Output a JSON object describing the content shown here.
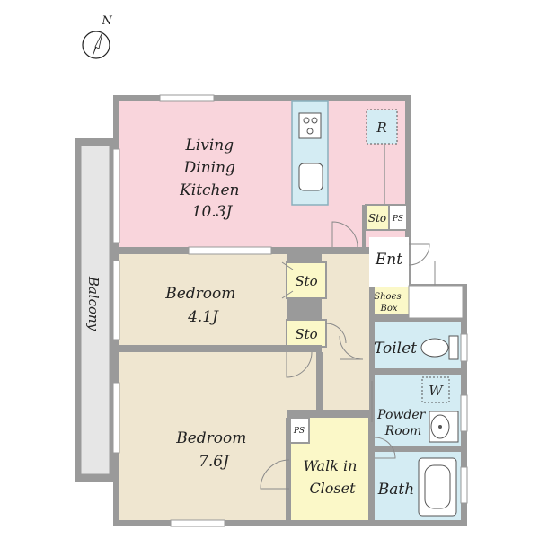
{
  "compass": {
    "north_label": "N"
  },
  "rooms": {
    "living": {
      "lines": [
        "Living",
        "Dining",
        "Kitchen",
        "10.3J"
      ]
    },
    "bedroom_small": {
      "lines": [
        "Bedroom",
        "4.1J"
      ]
    },
    "bedroom_large": {
      "lines": [
        "Bedroom",
        "7.6J"
      ]
    },
    "walk_in_closet": {
      "lines": [
        "Walk in",
        "Closet"
      ]
    },
    "powder_room": {
      "lines": [
        "Powder",
        "Room"
      ]
    }
  },
  "labels": {
    "balcony": "Balcony",
    "refrigerator": "R",
    "storage_kitchen": "Sto",
    "pipe_space_kitchen": "PS",
    "entrance": "Ent",
    "shoes_box": [
      "Shoes",
      "Box"
    ],
    "storage_upper": "Sto",
    "storage_lower": "Sto",
    "toilet": "Toilet",
    "washer": "W",
    "pipe_space_closet": "PS",
    "bath": "Bath"
  },
  "colors": {
    "living": "#f9d5dc",
    "bedroom": "#efe6d0",
    "corridor": "#efe6d0",
    "wet_area": "#d4ecf3",
    "storage": "#fbf8c8",
    "balcony": "#e4e4e4",
    "wall": "#9a9a9a"
  }
}
